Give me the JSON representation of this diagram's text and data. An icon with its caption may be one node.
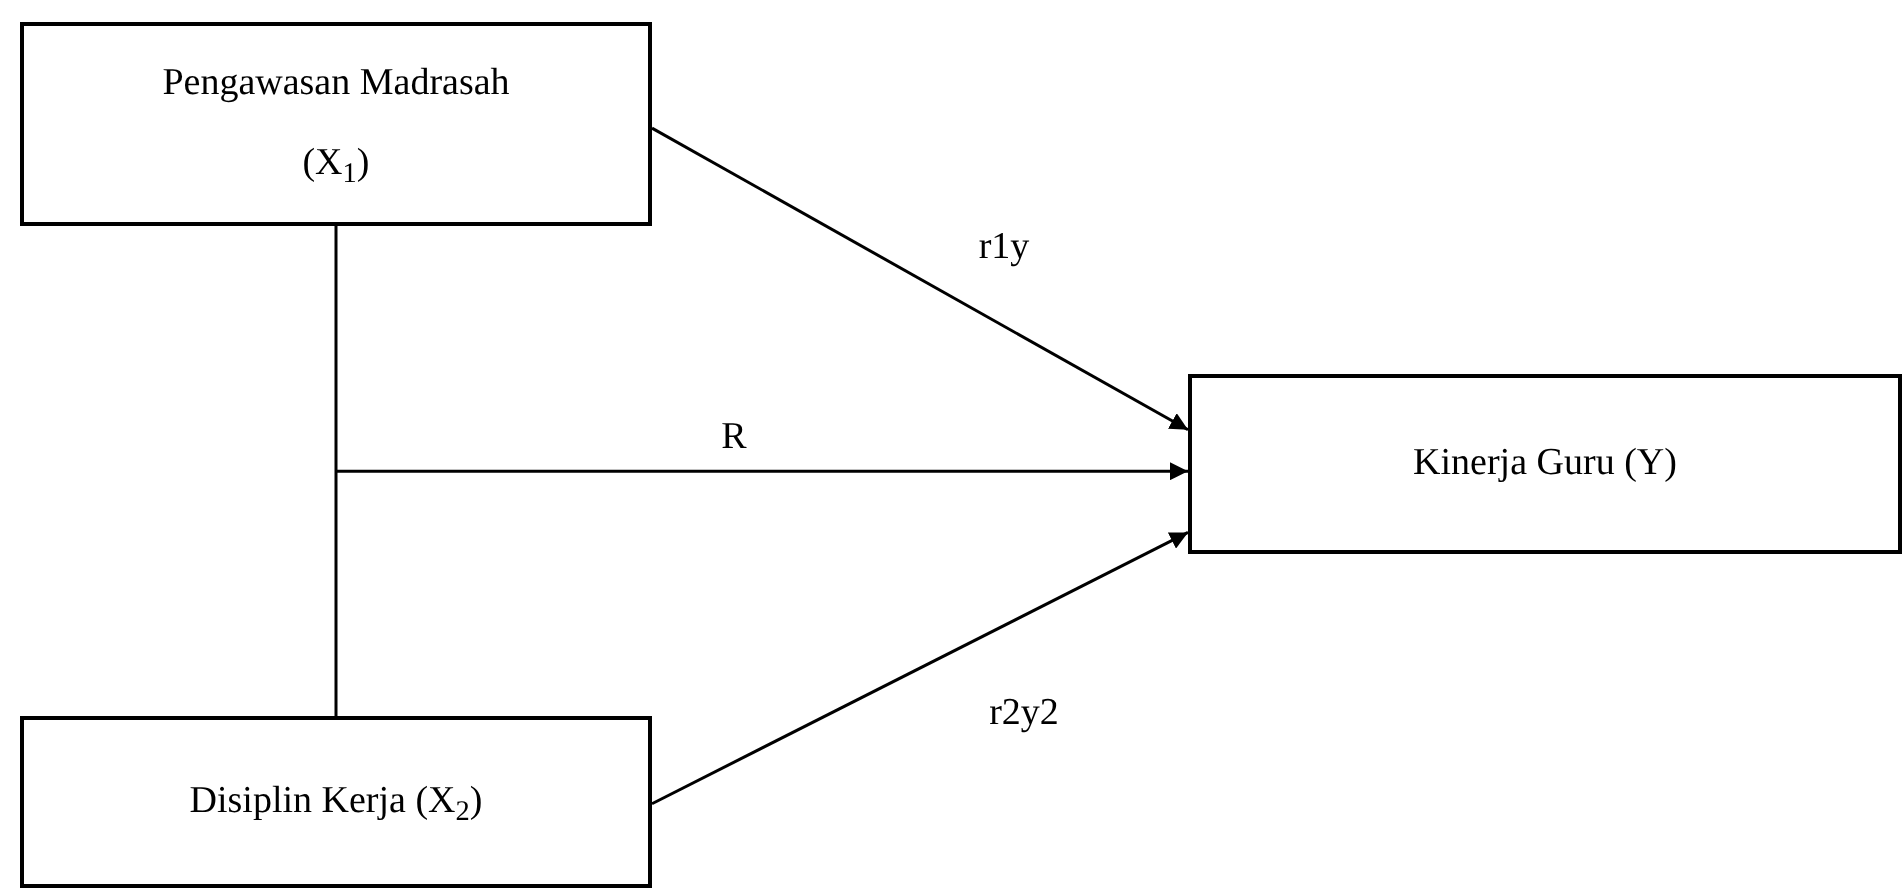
{
  "diagram": {
    "nodes": [
      {
        "text": [
          "Pengawasan Madrasah (X$_{1}$)"
        ]
      },
      {
        "text": [
          "Disiplin Kerja (X$_{2}$)"
        ]
      },
      {
        "text": [
          "Kinerja Guru (Y)"
        ]
      }
    ],
    "edges": [
      {
        "from": 0,
        "to": 2,
        "arrow": "to",
        "label": "r1y"
      },
      {
        "from": null,
        "to": 2,
        "arrow": "to",
        "label": "R"
      },
      {
        "from": 1,
        "to": 2,
        "arrow": "to",
        "label": "r2y2"
      },
      {
        "from": 0,
        "to": 1,
        "arrow": "none"
      }
    ]
  }
}
